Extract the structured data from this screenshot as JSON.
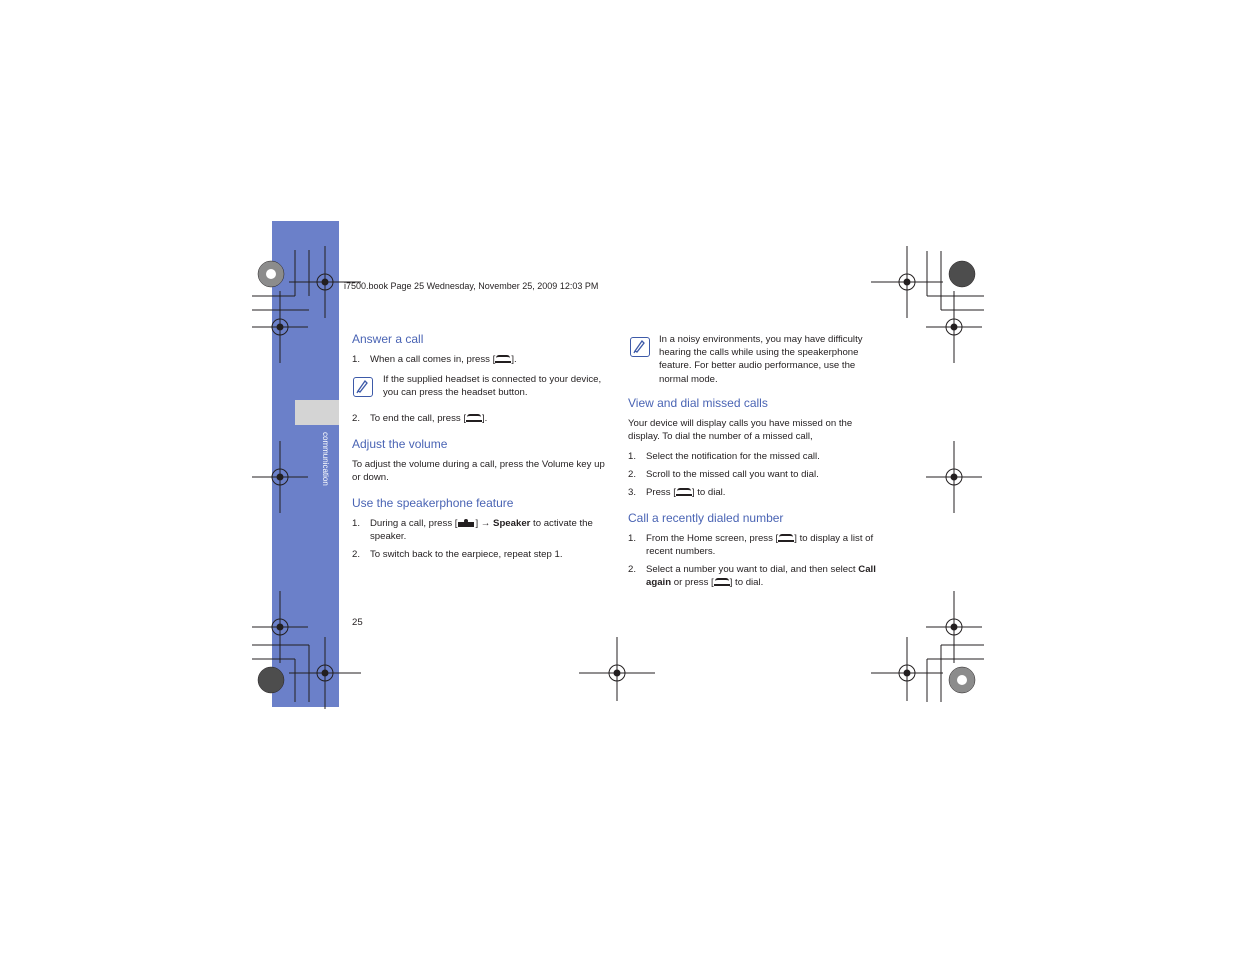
{
  "side": {
    "label": "communication"
  },
  "header": {
    "line": "i7500.book  Page 25  Wednesday, November 25, 2009  12:03 PM"
  },
  "left": {
    "answer": {
      "heading": "Answer a call",
      "step1_num": "1.",
      "step1_pre": "When a call comes in, press [",
      "step1_post": "].",
      "note": "If the supplied headset is connected to your device, you can press the headset button.",
      "step2_num": "2.",
      "step2_pre": "To end the call, press [",
      "step2_post": "]."
    },
    "volume": {
      "heading": "Adjust the volume",
      "text": "To adjust the volume during a call, press the Volume key up or down."
    },
    "speaker": {
      "heading": "Use the speakerphone feature",
      "step1_num": "1.",
      "step1_pre": "During a call, press [",
      "step1_mid": "] → ",
      "step1_bold": "Speaker",
      "step1_post": " to activate the speaker.",
      "step2_num": "2.",
      "step2": "To switch back to the earpiece, repeat step 1."
    },
    "page_number": "25"
  },
  "right": {
    "note": "In a noisy environments, you may have difficulty hearing the calls while using the speakerphone feature. For better audio performance, use the normal mode.",
    "missed": {
      "heading": "View and dial missed calls",
      "text": "Your device will display calls you have missed on the display. To dial the number of a missed call,",
      "step1_num": "1.",
      "step1": "Select the notification for the missed call.",
      "step2_num": "2.",
      "step2": "Scroll to the missed call you want to dial.",
      "step3_num": "3.",
      "step3_pre": "Press [",
      "step3_post": "] to dial."
    },
    "recent": {
      "heading": "Call a recently dialed number",
      "step1_num": "1.",
      "step1_pre": "From the Home screen, press [",
      "step1_post": "] to display a list of recent numbers.",
      "step2_num": "2.",
      "step2_pre": "Select a number you want to dial, and then select ",
      "step2_bold": "Call again",
      "step2_mid": " or press [",
      "step2_post": "] to dial."
    }
  }
}
